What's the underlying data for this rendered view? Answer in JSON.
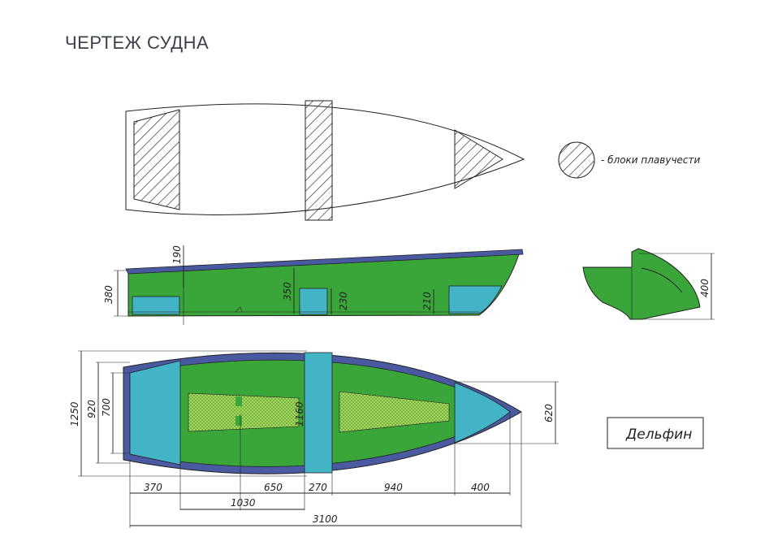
{
  "title": "ЧЕРТЕЖ СУДНА",
  "legend": {
    "label": "- блоки плавучести"
  },
  "model_name": "Дельфин",
  "colors": {
    "hull_green": "#3aa63a",
    "float_blue": "#43b3c6",
    "rim_navy": "#4a5aa0",
    "deck_light": "#a6d65a",
    "line": "#222222"
  },
  "side_view": {
    "dims": {
      "height_total": "380",
      "seat_gap": "190",
      "inner_height": "350",
      "block_mid": "230",
      "block_bow": "210"
    }
  },
  "front_view": {
    "dims": {
      "height": "400"
    }
  },
  "top_view": {
    "dims": {
      "beam_total": "1250",
      "beam_inner": "920",
      "beam_floor": "700",
      "mid_width": "1160",
      "bow_width": "620",
      "stern_block": "370",
      "deck_span": "650",
      "mid_block": "270",
      "fore_span": "940",
      "bow_block": "400",
      "to_mid": "1030",
      "length": "3100"
    }
  }
}
